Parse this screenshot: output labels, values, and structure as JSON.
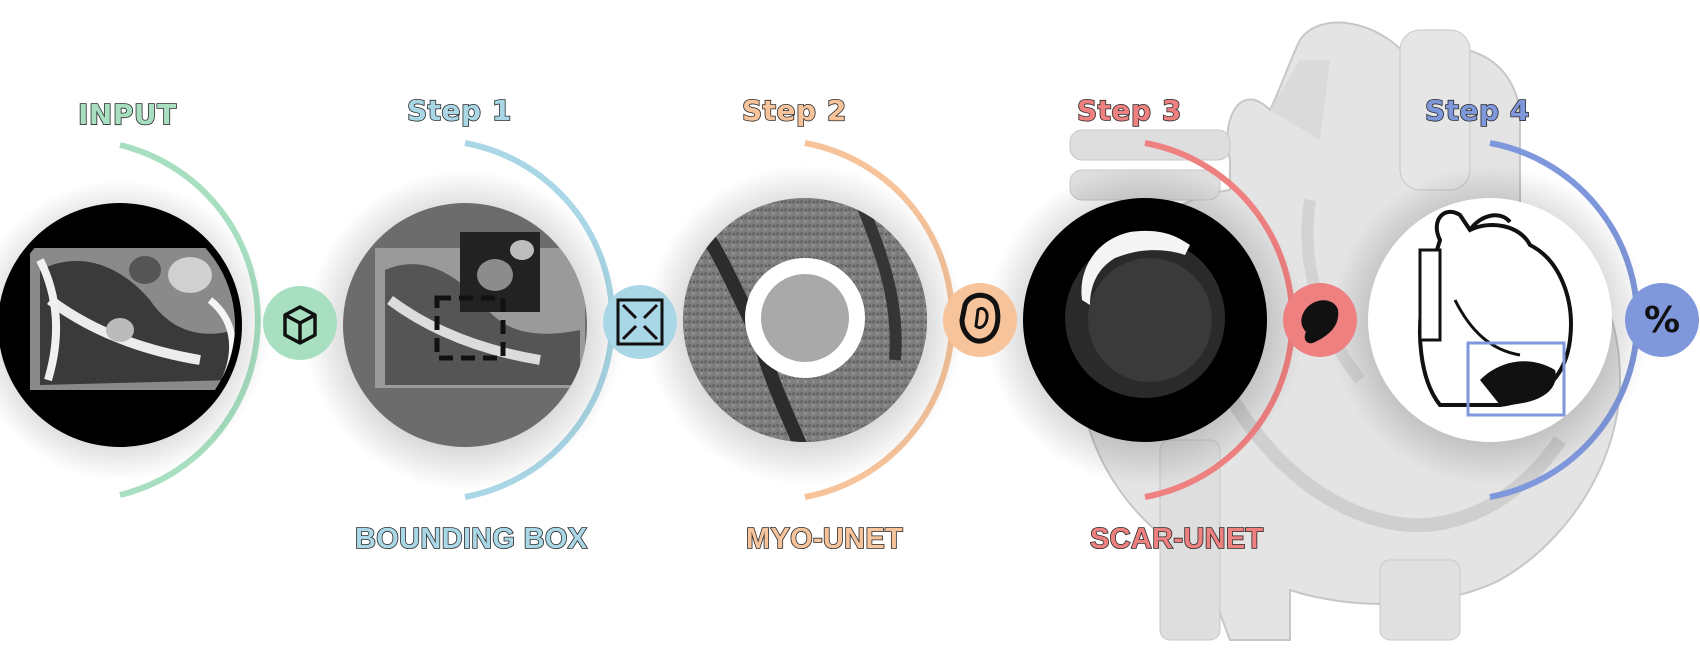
{
  "colors": {
    "input": "#a7dfc0",
    "step1": "#a9d7e6",
    "step2": "#f6c39a",
    "step3": "#ef8080",
    "step4": "#7f97db"
  },
  "stages": [
    {
      "id": "input",
      "title": "INPUT",
      "bottom_label": "",
      "icon": "cube-icon",
      "image": "mri-full-slice"
    },
    {
      "id": "step1",
      "title": "Step 1",
      "bottom_label": "BOUNDING BOX",
      "icon": "shrink-arrows-icon",
      "image": "mri-cropped-bounding-box"
    },
    {
      "id": "step2",
      "title": "Step 2",
      "bottom_label": "MYO-UNET",
      "icon": "myocardium-ring-icon",
      "image": "mri-myocardium-segmentation"
    },
    {
      "id": "step3",
      "title": "Step 3",
      "bottom_label": "SCAR-UNET",
      "icon": "scar-blob-icon",
      "image": "mri-scar-segmentation"
    },
    {
      "id": "step4",
      "title": "Step 4",
      "bottom_label": "",
      "icon": "percent-icon",
      "image": "heart-scar-illustration",
      "icon_text": "%"
    }
  ],
  "background": "heart-anatomy-illustration"
}
